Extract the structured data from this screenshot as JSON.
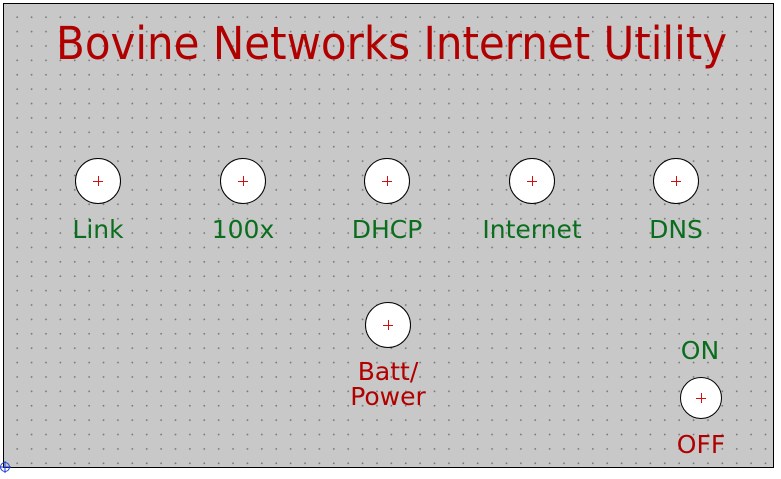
{
  "panel": {
    "title": "Bovine Networks Internet Utility",
    "indicators": [
      {
        "label": "Link"
      },
      {
        "label": "100x"
      },
      {
        "label": "DHCP"
      },
      {
        "label": "Internet"
      },
      {
        "label": "DNS"
      }
    ],
    "power": {
      "label_line1": "Batt/",
      "label_line2": "Power"
    },
    "switch": {
      "on_label": "ON",
      "off_label": "OFF"
    }
  },
  "colors": {
    "board": "#c8c8c8",
    "grid_dot": "#7a7a7a",
    "title": "#b00000",
    "indicator_label": "#0a6e1e",
    "power_label": "#b00000",
    "hole": "#ffffff",
    "crosshair": "#d01010"
  },
  "icons": {
    "origin_marker": "origin-crosshair-icon",
    "hole_marker": "center-crosshair-icon"
  }
}
